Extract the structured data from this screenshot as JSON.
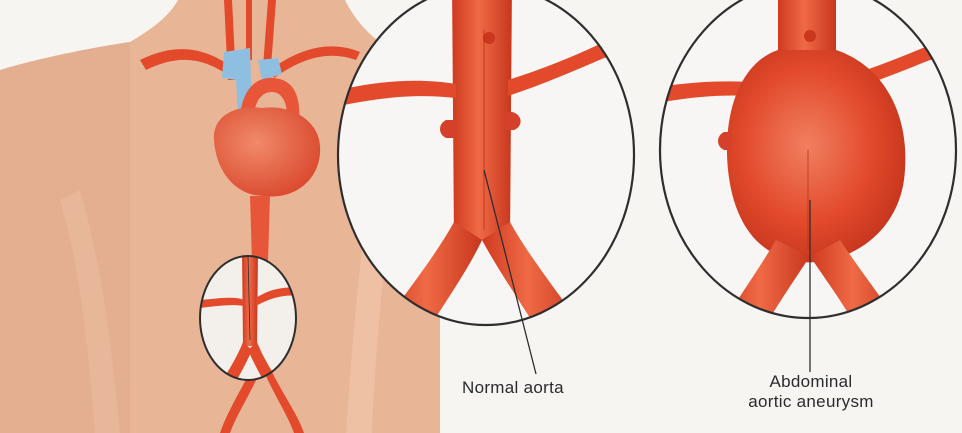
{
  "labels": {
    "normal": "Normal aorta",
    "aneurysm_line1": "Abdominal",
    "aneurysm_line2": "aortic aneurysm"
  },
  "colors": {
    "skin": "#e8b597",
    "skin_shadow": "#dba184",
    "artery": "#e24a2b",
    "artery_dark": "#c9371f",
    "artery_light": "#f07a55",
    "vein": "#8fbfe0",
    "background": "#f6f5f2",
    "outline": "#2e2e2e"
  }
}
